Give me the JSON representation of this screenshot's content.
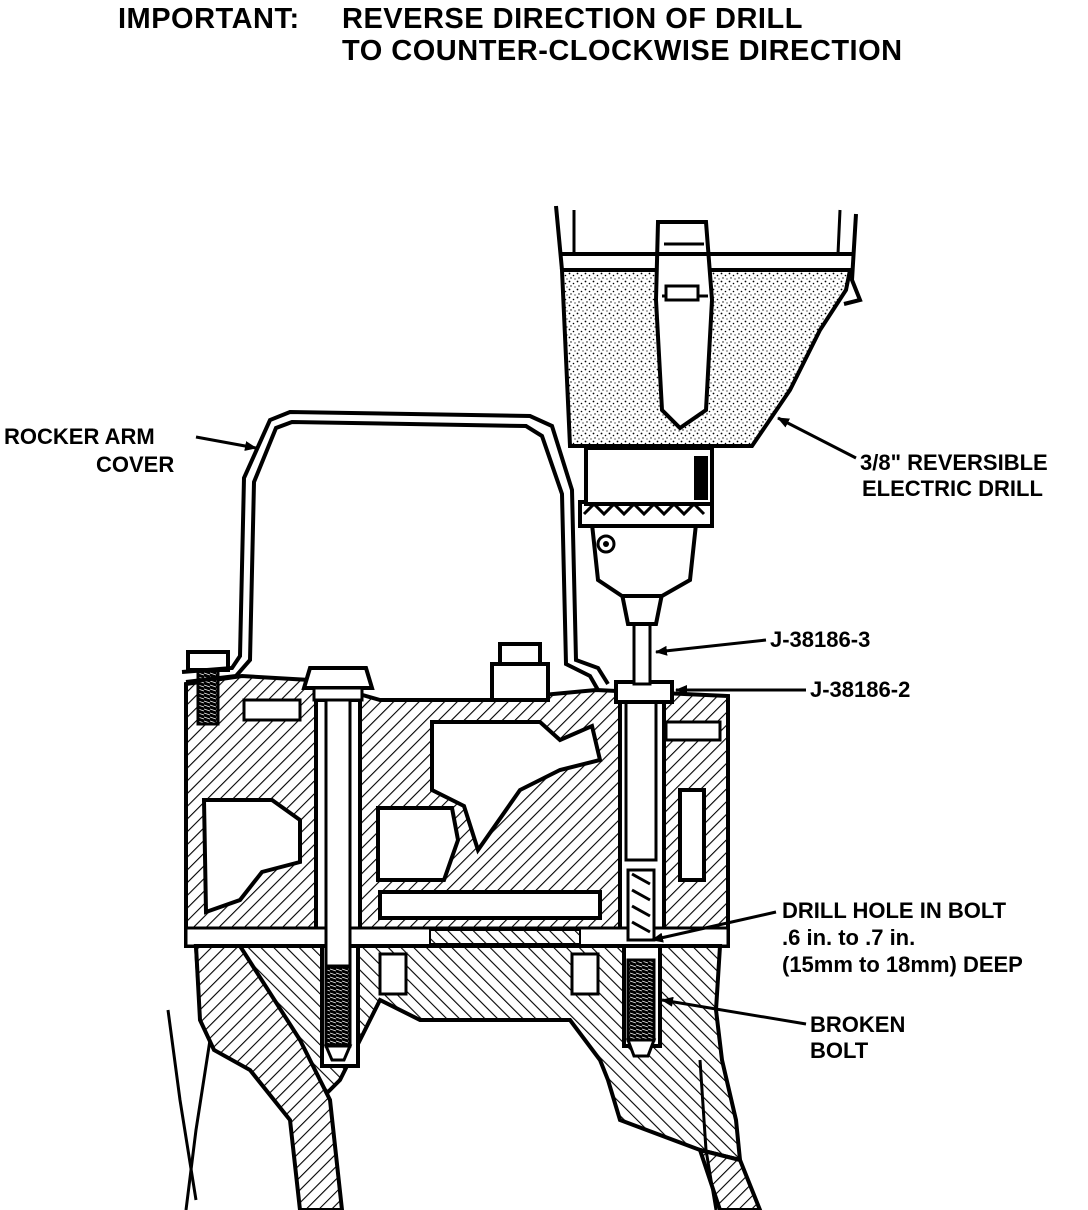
{
  "header": {
    "important_label": "IMPORTANT:",
    "instruction_line1": "REVERSE DIRECTION OF DRILL",
    "instruction_line2": "TO COUNTER-CLOCKWISE DIRECTION"
  },
  "callouts": {
    "rocker_arm_cover": [
      "ROCKER ARM",
      "COVER"
    ],
    "electric_drill": [
      "3/8\" REVERSIBLE",
      "ELECTRIC DRILL"
    ],
    "tool_drill_bit": "J-38186-3",
    "tool_guide": "J-38186-2",
    "drill_hole": [
      "DRILL HOLE IN BOLT",
      ".6 in. to .7 in.",
      "(15mm to 18mm) DEEP"
    ],
    "broken_bolt": [
      "BROKEN",
      "BOLT"
    ]
  }
}
